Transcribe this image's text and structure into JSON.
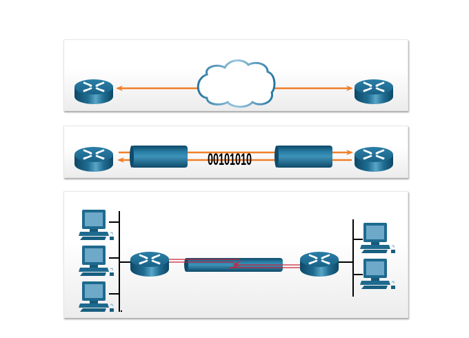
{
  "diagram": {
    "panels": [
      {
        "id": "cloud-connection",
        "devices": [
          "router",
          "router"
        ],
        "link": "cloud",
        "link_color": "#f07f2a"
      },
      {
        "id": "dedicated-line",
        "devices": [
          "router",
          "router"
        ],
        "link": "leased-line-tubes",
        "binary_label": "00101010",
        "link_color": "#f07f2a"
      },
      {
        "id": "wan-serial",
        "devices": [
          "pc",
          "pc",
          "pc",
          "router",
          "router",
          "pc",
          "pc"
        ],
        "link": "serial-tube",
        "link_color": "#c8233a"
      }
    ],
    "colors": {
      "device_blue": "#1e6a8e",
      "device_dark": "#0f4764",
      "screen_blue": "#6ea9c9",
      "orange_arrow": "#f07f2a",
      "serial_red": "#c8233a",
      "cloud_stroke": "#3a86ad",
      "bus_line": "#000000"
    }
  }
}
